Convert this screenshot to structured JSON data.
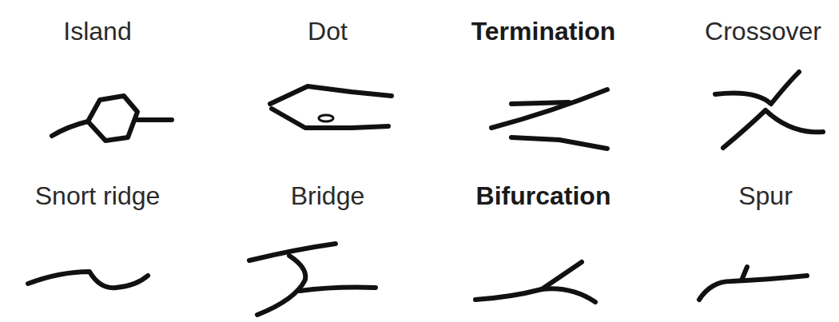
{
  "diagram": {
    "labels": [
      "Island",
      "Dot",
      "Termination",
      "Crossover",
      "Snort ridge",
      "Bridge",
      "Bifurcation",
      "Spur"
    ]
  }
}
